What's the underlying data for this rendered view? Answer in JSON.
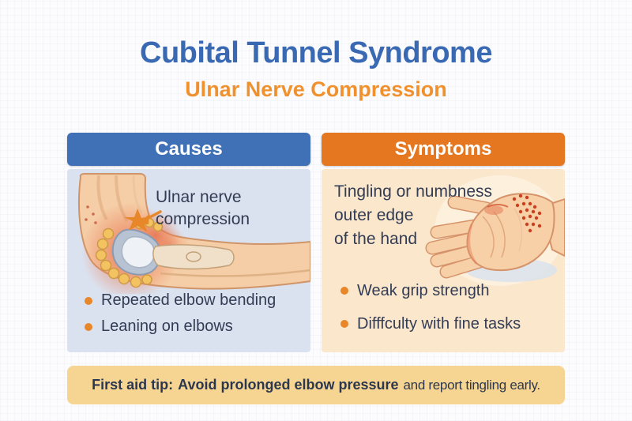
{
  "colors": {
    "title_blue": "#3a69b3",
    "accent_orange": "#f0912e",
    "causes_header_bg": "#4070b5",
    "symptoms_header_bg": "#e4771f",
    "causes_body_bg": "#dbe2ef",
    "symptoms_body_bg": "#fae7cc",
    "bullet_dot": "#e8872a",
    "body_text": "#333c54",
    "tip_bar_bg": "#f6d592",
    "tip_text": "#2c374f",
    "header_text": "#ffffff"
  },
  "header": {
    "title": "Cubital Tunnel Syndrome",
    "subtitle": "Ulnar Nerve Compression"
  },
  "causes": {
    "header": "Causes",
    "callout_line1": "Ulnar nerve",
    "callout_line2": "compression",
    "bullets": [
      "Repeated elbow bending",
      "Leaning on elbows"
    ]
  },
  "symptoms": {
    "header": "Symptoms",
    "description_line1": "Tingling or numbness",
    "description_line2": "outer edge",
    "description_line3": "of the hand",
    "bullets": [
      "Weak grip strength",
      "Difffculty with fine tasks"
    ]
  },
  "first_aid": {
    "label": "First aid tip:",
    "highlight": "Avoid prolonged elbow pressure",
    "rest": "and report tingling early."
  },
  "icons": {
    "bullet_dot": "orange-circle-dot",
    "compression_arrow": "orange-arrow-with-starburst"
  }
}
